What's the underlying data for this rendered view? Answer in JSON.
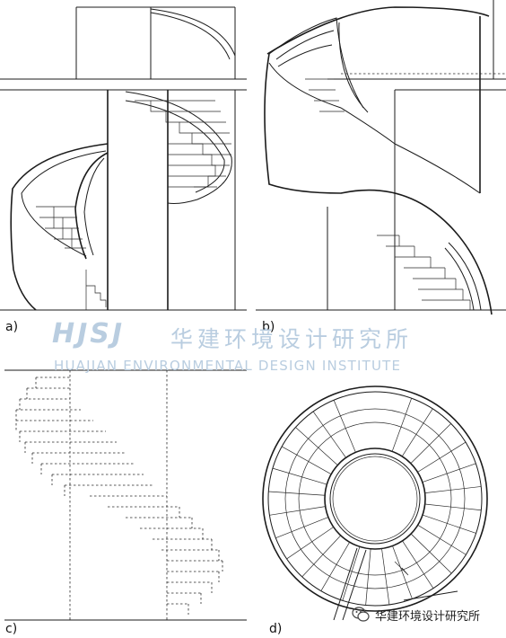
{
  "panels": [
    {
      "id": "a",
      "label": "a)"
    },
    {
      "id": "b",
      "label": "b)"
    },
    {
      "id": "c",
      "label": "c)"
    },
    {
      "id": "d",
      "label": "d)"
    }
  ],
  "watermark": {
    "logo": "HJSJ",
    "chinese": "华建环境设计研究所",
    "english": "HUAJIAN ENVIRONMENTAL DESIGN INSTITUTE",
    "color": "#b9cde0"
  },
  "badge": {
    "icon": "wechat-icon",
    "text": "华建环境设计研究所"
  }
}
